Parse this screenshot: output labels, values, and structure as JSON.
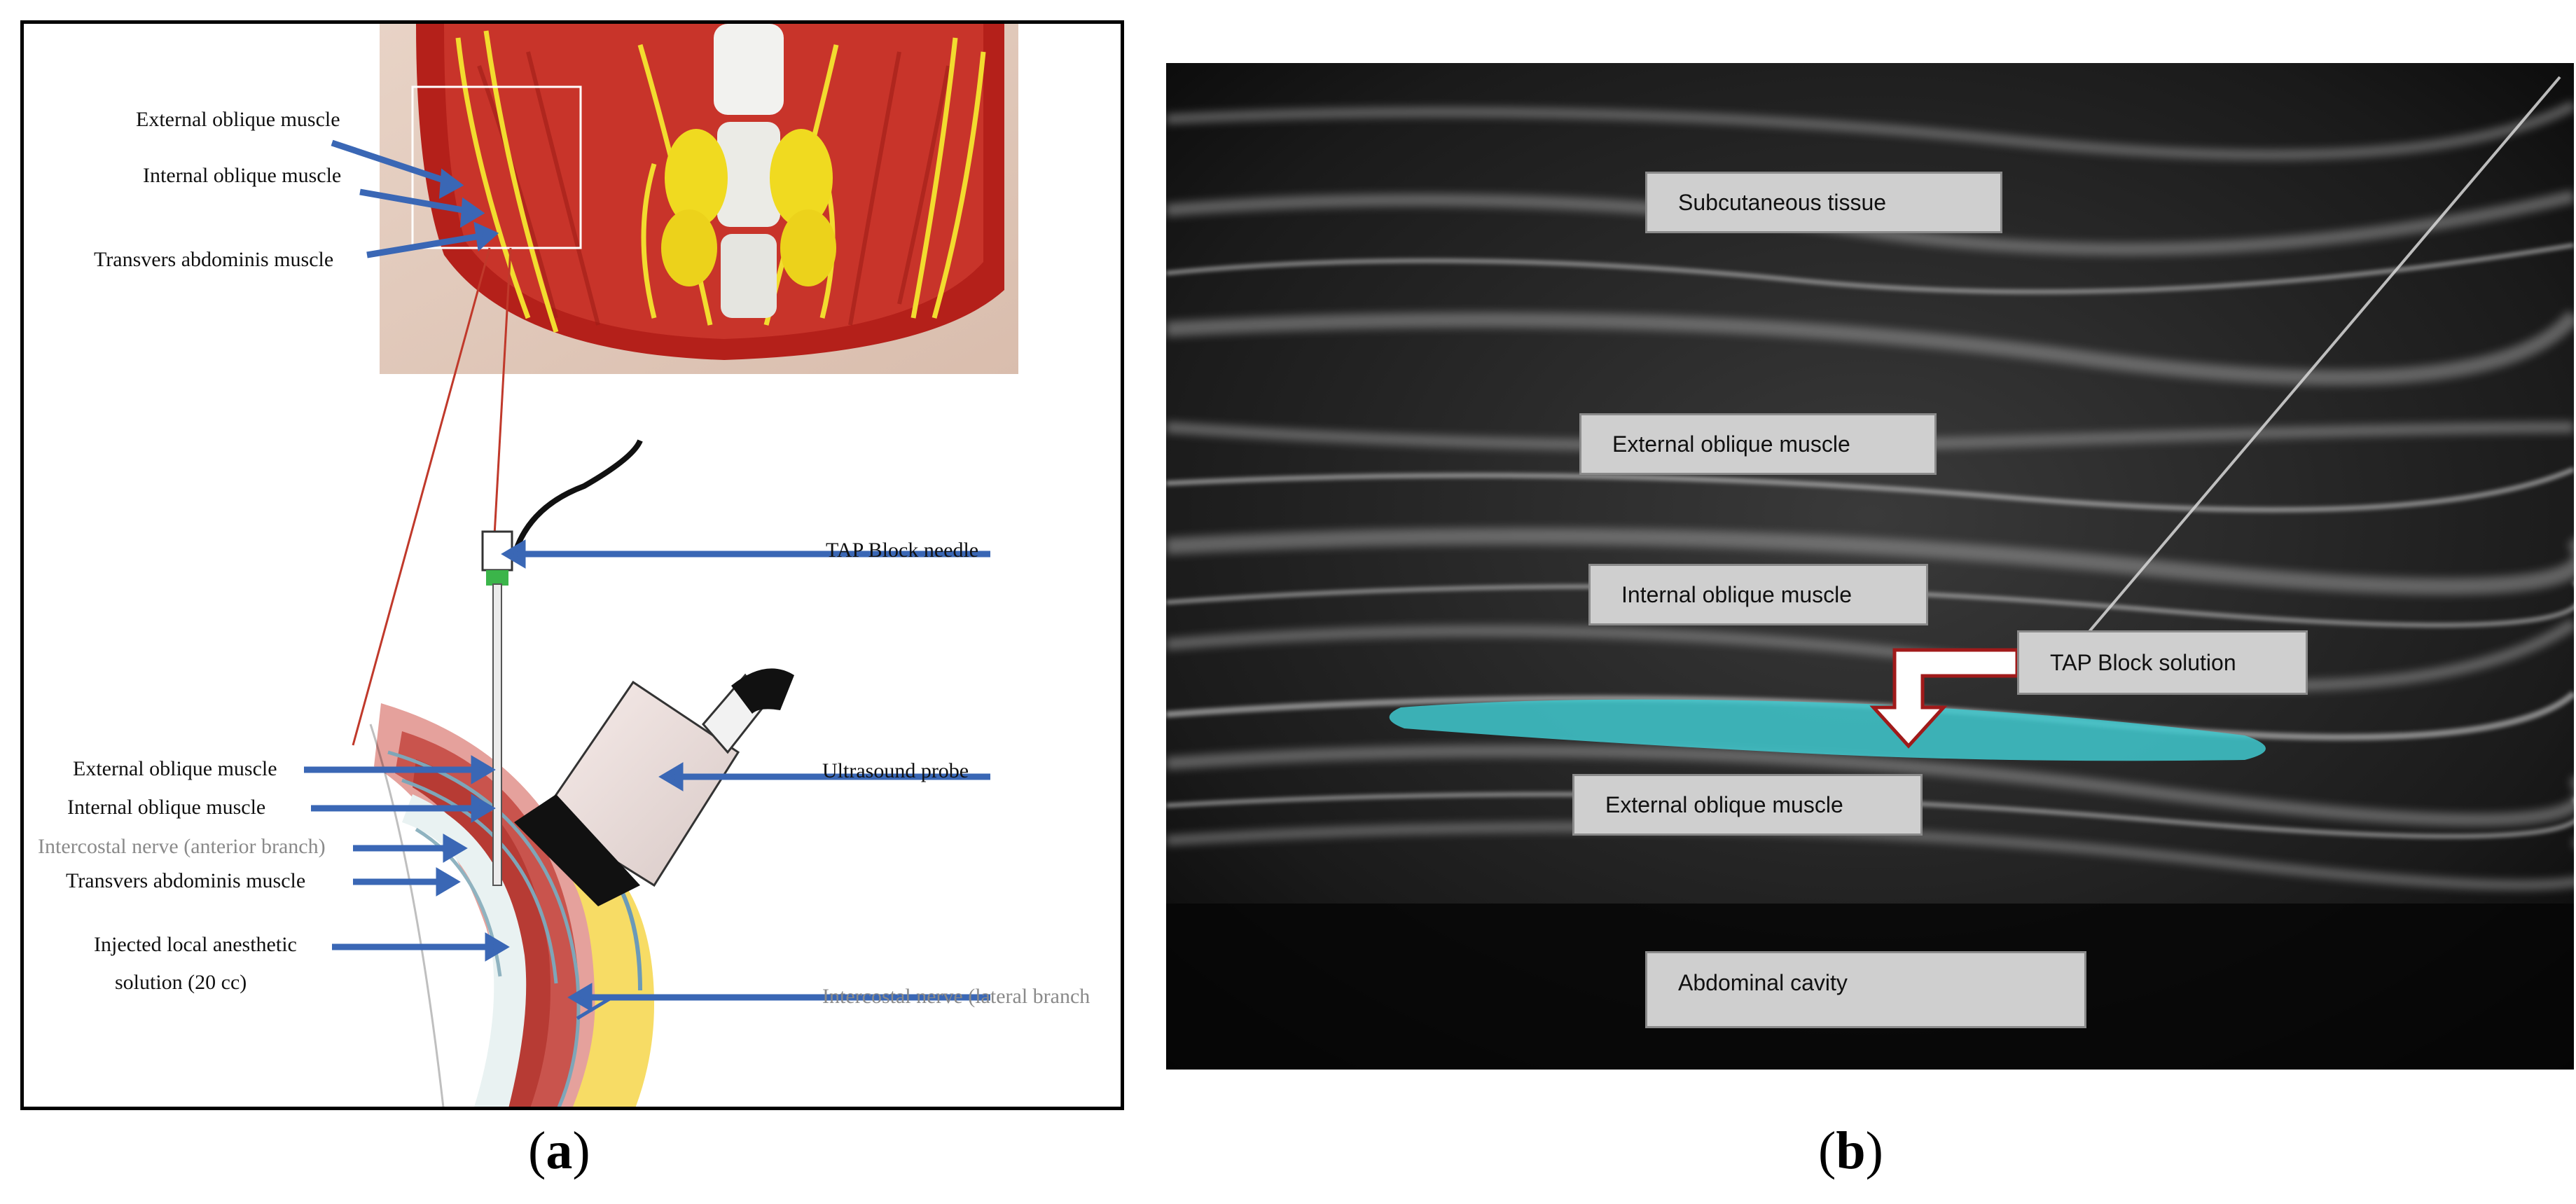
{
  "panel_a": {
    "caption_letter": "a",
    "labels": {
      "ext_oblique_top": "External oblique muscle",
      "int_oblique_top": "Internal oblique muscle",
      "transvers_top": "Transvers abdominis muscle",
      "tap_needle": "TAP Block needle",
      "ultrasound_probe": "Ultrasound probe",
      "ext_oblique": "External oblique muscle",
      "int_oblique": "Internal oblique muscle",
      "intercostal_anterior": "Intercostal nerve (anterior branch)",
      "transvers": "Transvers abdominis muscle",
      "injected_line1": "Injected local anesthetic",
      "injected_line2": "solution (20 cc)",
      "intercostal_lateral": "Intercostal nerve (lateral branch"
    }
  },
  "panel_b": {
    "caption_letter": "b",
    "labels": {
      "subcutaneous": "Subcutaneous tissue",
      "ext_oblique": "External oblique muscle",
      "int_oblique": "Internal oblique muscle",
      "tap_solution": "TAP Block solution",
      "ext_oblique_lower": "External oblique muscle",
      "abdominal_cavity": "Abdominal cavity"
    }
  },
  "colors": {
    "arrow_blue": "#3a67b5",
    "muscle_red": "#c0392b",
    "nerve_yellow": "#f4e04d",
    "solution_cyan": "#3fc9cf"
  }
}
